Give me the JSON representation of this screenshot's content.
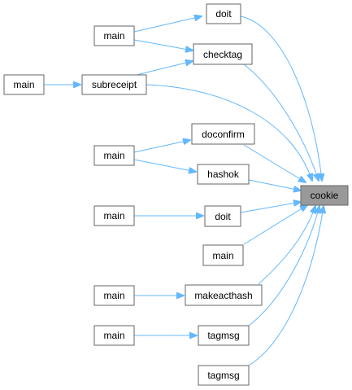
{
  "graph": {
    "target": "cookie",
    "nodes": [
      {
        "id": "n_doit1",
        "label": "doit"
      },
      {
        "id": "n_main1",
        "label": "main"
      },
      {
        "id": "n_checktag",
        "label": "checktag"
      },
      {
        "id": "n_main2",
        "label": "main"
      },
      {
        "id": "n_subreceipt",
        "label": "subreceipt"
      },
      {
        "id": "n_doconfirm",
        "label": "doconfirm"
      },
      {
        "id": "n_main3",
        "label": "main"
      },
      {
        "id": "n_hashok",
        "label": "hashok"
      },
      {
        "id": "n_cookie",
        "label": "cookie"
      },
      {
        "id": "n_main4",
        "label": "main"
      },
      {
        "id": "n_doit2",
        "label": "doit"
      },
      {
        "id": "n_main5",
        "label": "main"
      },
      {
        "id": "n_main6",
        "label": "main"
      },
      {
        "id": "n_makeacthash",
        "label": "makeacthash"
      },
      {
        "id": "n_main7",
        "label": "main"
      },
      {
        "id": "n_tagmsg1",
        "label": "tagmsg"
      },
      {
        "id": "n_tagmsg2",
        "label": "tagmsg"
      }
    ],
    "edges": [
      {
        "from": "n_main1",
        "to": "n_doit1"
      },
      {
        "from": "n_main1",
        "to": "n_checktag"
      },
      {
        "from": "n_subreceipt",
        "to": "n_checktag"
      },
      {
        "from": "n_main2",
        "to": "n_subreceipt"
      },
      {
        "from": "n_main3",
        "to": "n_doconfirm"
      },
      {
        "from": "n_main3",
        "to": "n_hashok"
      },
      {
        "from": "n_main4",
        "to": "n_doit2"
      },
      {
        "from": "n_main6",
        "to": "n_makeacthash"
      },
      {
        "from": "n_main7",
        "to": "n_tagmsg1"
      },
      {
        "from": "n_doit1",
        "to": "n_cookie"
      },
      {
        "from": "n_checktag",
        "to": "n_cookie"
      },
      {
        "from": "n_subreceipt",
        "to": "n_cookie"
      },
      {
        "from": "n_doconfirm",
        "to": "n_cookie"
      },
      {
        "from": "n_hashok",
        "to": "n_cookie"
      },
      {
        "from": "n_doit2",
        "to": "n_cookie"
      },
      {
        "from": "n_main5",
        "to": "n_cookie"
      },
      {
        "from": "n_makeacthash",
        "to": "n_cookie"
      },
      {
        "from": "n_tagmsg1",
        "to": "n_cookie"
      },
      {
        "from": "n_tagmsg2",
        "to": "n_cookie"
      }
    ]
  },
  "colors": {
    "edge": "#63b8ff",
    "node_border": "#666666",
    "node_fill": "#ffffff",
    "target_fill": "#999999"
  }
}
